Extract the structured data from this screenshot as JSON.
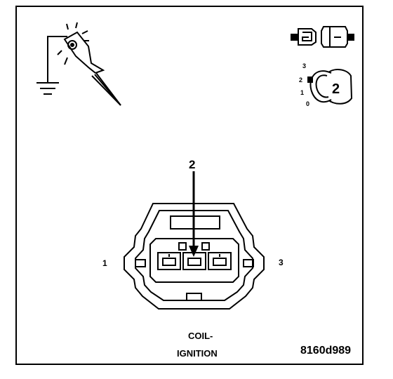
{
  "probe": {
    "icon": "test-light-probe-icon"
  },
  "ground": {
    "icon": "ground-symbol-icon"
  },
  "connector_icon": {
    "icon": "disconnected-connector-icon"
  },
  "ignition_switch": {
    "icon": "ignition-key-icon",
    "positions": [
      "3",
      "2",
      "1",
      "0"
    ],
    "selected_position": "2"
  },
  "connector_diagram": {
    "pointer_label": "2",
    "left_pin_label": "1",
    "right_pin_label": "3",
    "name_line1": "COIL-",
    "name_line2": "IGNITION"
  },
  "figure_code": "8160d989",
  "colors": {
    "ink": "#000000",
    "paper": "#ffffff"
  }
}
